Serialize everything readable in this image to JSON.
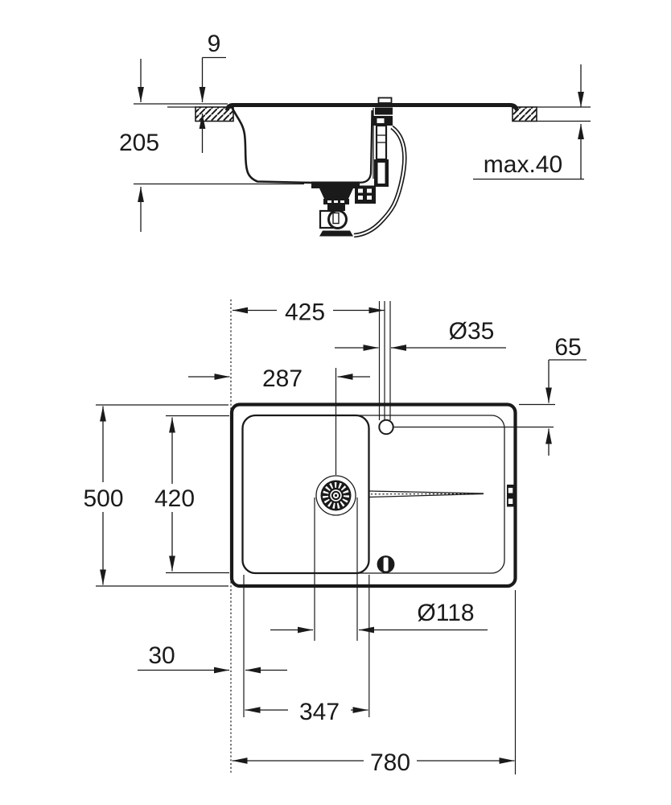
{
  "page": {
    "background": "#ffffff",
    "ink": "#1a1a1a"
  },
  "section_view": {
    "dims": {
      "rim_height": "9",
      "bowl_depth": "205",
      "max_counter_thickness": "max.40"
    }
  },
  "plan_view": {
    "dims": {
      "faucet_from_left": "425",
      "faucet_hole_diameter": "Ø35",
      "faucet_from_edge": "65",
      "drain_center_from_left": "287",
      "overall_depth": "500",
      "bowl_inner_depth": "420",
      "drain_diameter": "Ø118",
      "edge_to_bowl": "30",
      "bowl_inner_width": "347",
      "overall_width": "780"
    }
  }
}
